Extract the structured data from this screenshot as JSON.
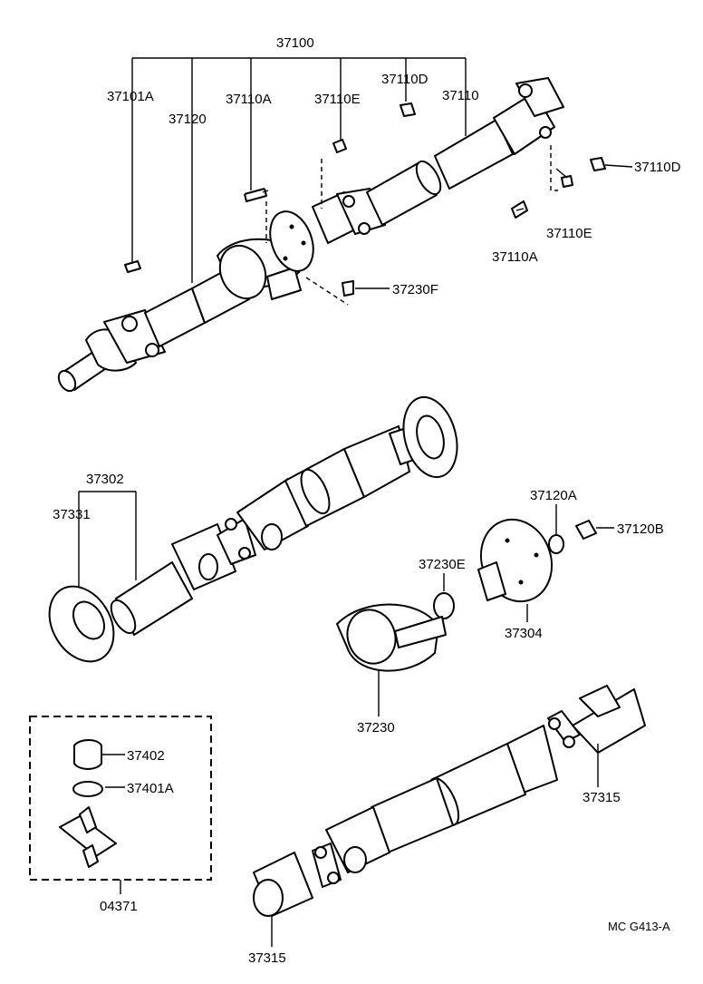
{
  "labels": {
    "l37100": "37100",
    "l37101A": "37101A",
    "l37120": "37120",
    "l37110A_top": "37110A",
    "l37110E_top": "37110E",
    "l37110D_top": "37110D",
    "l37110": "37110",
    "l37110D_right": "37110D",
    "l37110E_right": "37110E",
    "l37110A_right": "37110A",
    "l37230F": "37230F",
    "l37302": "37302",
    "l37331": "37331",
    "l37120A": "37120A",
    "l37120B": "37120B",
    "l37230E": "37230E",
    "l37304": "37304",
    "l37230": "37230",
    "l37402": "37402",
    "l37401A": "37401A",
    "l04371": "04371",
    "l37315_right": "37315",
    "l37315_bottom": "37315"
  },
  "catalog": {
    "code": "MC  G413-A"
  }
}
